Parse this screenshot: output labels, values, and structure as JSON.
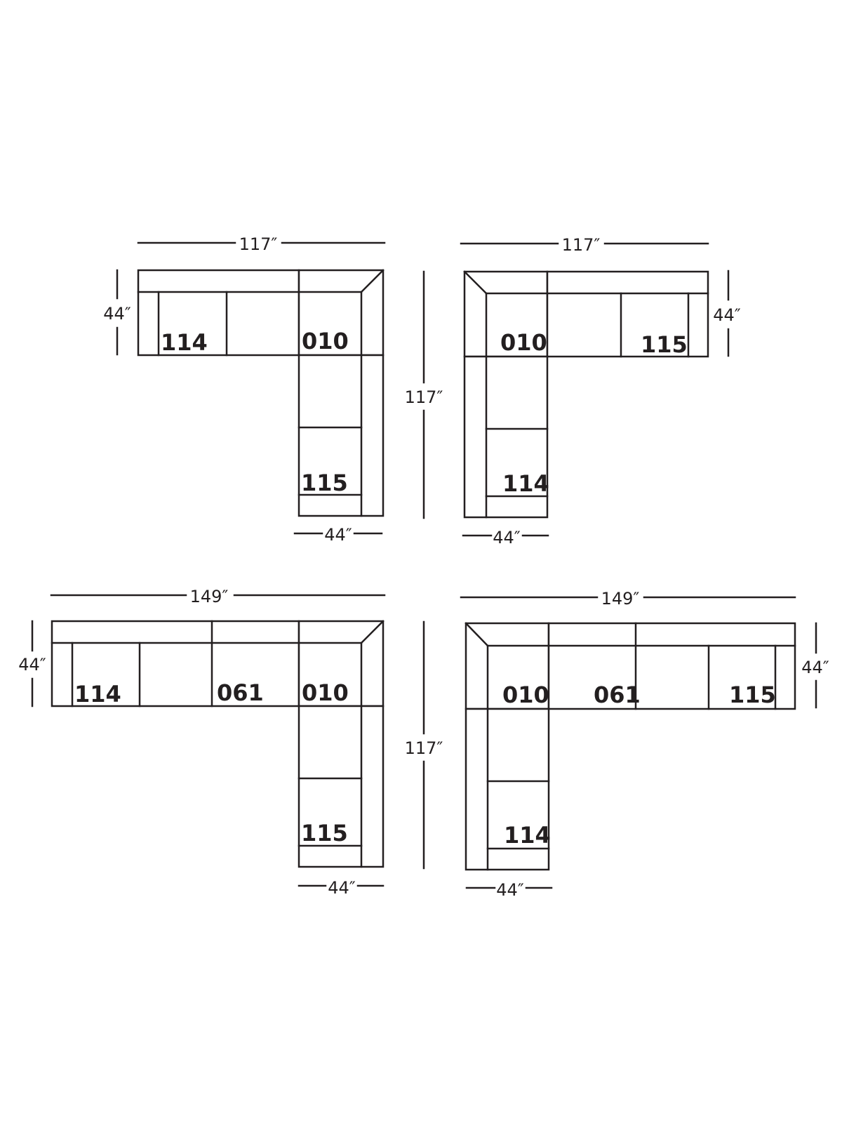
{
  "colors": {
    "line": "#231f20",
    "background": "#ffffff"
  },
  "layouts": [
    {
      "dims": {
        "top": "117″",
        "side": "44″",
        "leg_height": "117″",
        "leg_width": "44″"
      },
      "codes": {
        "end": "114",
        "corner": "010",
        "leg": "115"
      }
    },
    {
      "dims": {
        "top": "117″",
        "side": "44″",
        "leg_width": "44″"
      },
      "codes": {
        "corner": "010",
        "end": "115",
        "leg": "114"
      }
    },
    {
      "dims": {
        "top": "149″",
        "side": "44″",
        "leg_height": "117″",
        "leg_width": "44″"
      },
      "codes": {
        "end": "114",
        "middle": "061",
        "corner": "010",
        "leg": "115"
      }
    },
    {
      "dims": {
        "top": "149″",
        "side": "44″",
        "leg_width": "44″"
      },
      "codes": {
        "corner": "010",
        "middle": "061",
        "end": "115",
        "leg": "114"
      }
    }
  ]
}
